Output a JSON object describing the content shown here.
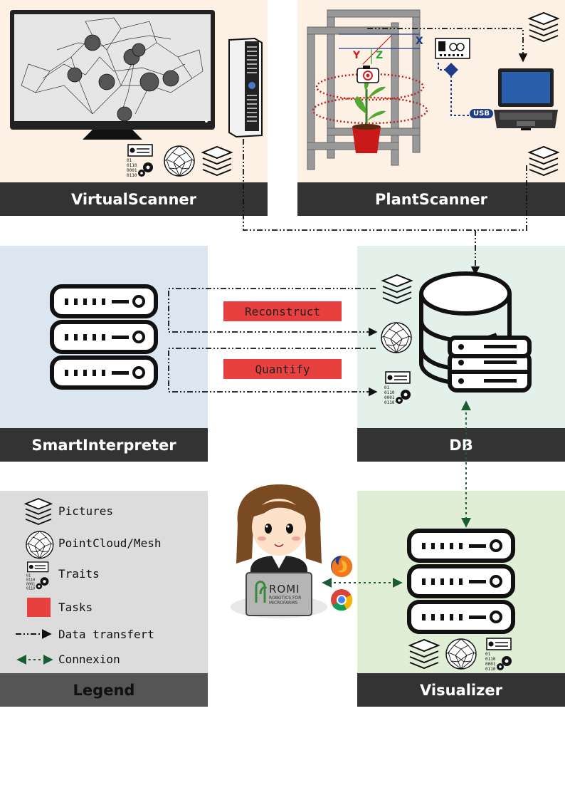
{
  "panels": {
    "virtual_scanner": "VirtualScanner",
    "plant_scanner": "PlantScanner",
    "smart_interpreter": "SmartInterpreter",
    "db": "DB",
    "visualizer": "Visualizer",
    "legend": "Legend"
  },
  "tasks": {
    "reconstruct": "Reconstruct",
    "quantify": "Quantify"
  },
  "legend_items": {
    "pictures": "Pictures",
    "pointcloud": "PointCloud/Mesh",
    "traits": "Traits",
    "tasks": "Tasks",
    "data_transfer": "Data transfert",
    "connexion": "Connexion"
  },
  "axes": {
    "x": "X",
    "y": "Y",
    "z": "Z"
  },
  "usb_label": "USB",
  "romi": {
    "name": "ROMI",
    "tagline": "ROBOTICS FOR MICROFARMS"
  },
  "colors": {
    "scanner_bg": "#fcf1e4",
    "interpreter_bg": "#dce6f1",
    "db_bg": "#e4f1ea",
    "visualizer_bg": "#e0eed6",
    "legend_bg": "#dcdcdc",
    "bar": "#333333",
    "task": "#e8403f",
    "connexion": "#1a5c33",
    "usb_line": "#1f3b8a"
  }
}
